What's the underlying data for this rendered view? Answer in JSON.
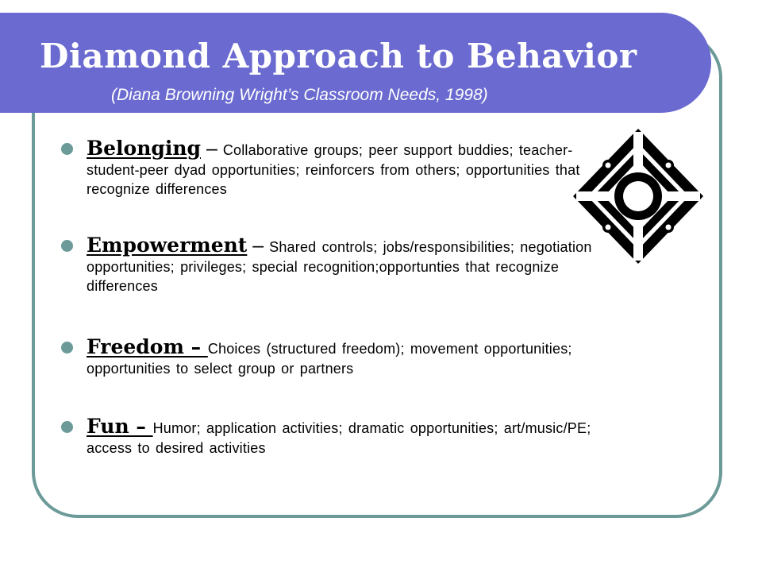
{
  "slide": {
    "title": "Diamond Approach to Behavior",
    "subtitle": "(Diana Browning Wright’s Classroom Needs, 1998)"
  },
  "bullets": [
    {
      "term": "Belonging",
      "separator": " – ",
      "description": "Collaborative groups; peer support buddies; teacher-student-peer dyad opportunities; reinforcers from others; opportunities that recognize differences"
    },
    {
      "term": "Empowerment",
      "separator": " – ",
      "description": "Shared controls; jobs/responsibilities; negotiation opportunities; privileges; special recognition;opportunties that recognize differences"
    },
    {
      "term": "Freedom – ",
      "separator": "",
      "description": "Choices (structured freedom); movement opportunities; opportunities to select group or partners"
    },
    {
      "term": "Fun – ",
      "separator": "",
      "description": "Humor; application activities; dramatic opportunities; art/music/PE; access to desired activities"
    }
  ],
  "icons": {
    "logo": "diamond-emblem-icon",
    "bullet": "bullet-dot-icon"
  },
  "colors": {
    "title_bar": "#6a6ad0",
    "frame_border": "#6b9a98",
    "bullet_dot": "#6b9a98",
    "text": "#000000",
    "title_text": "#ffffff"
  }
}
